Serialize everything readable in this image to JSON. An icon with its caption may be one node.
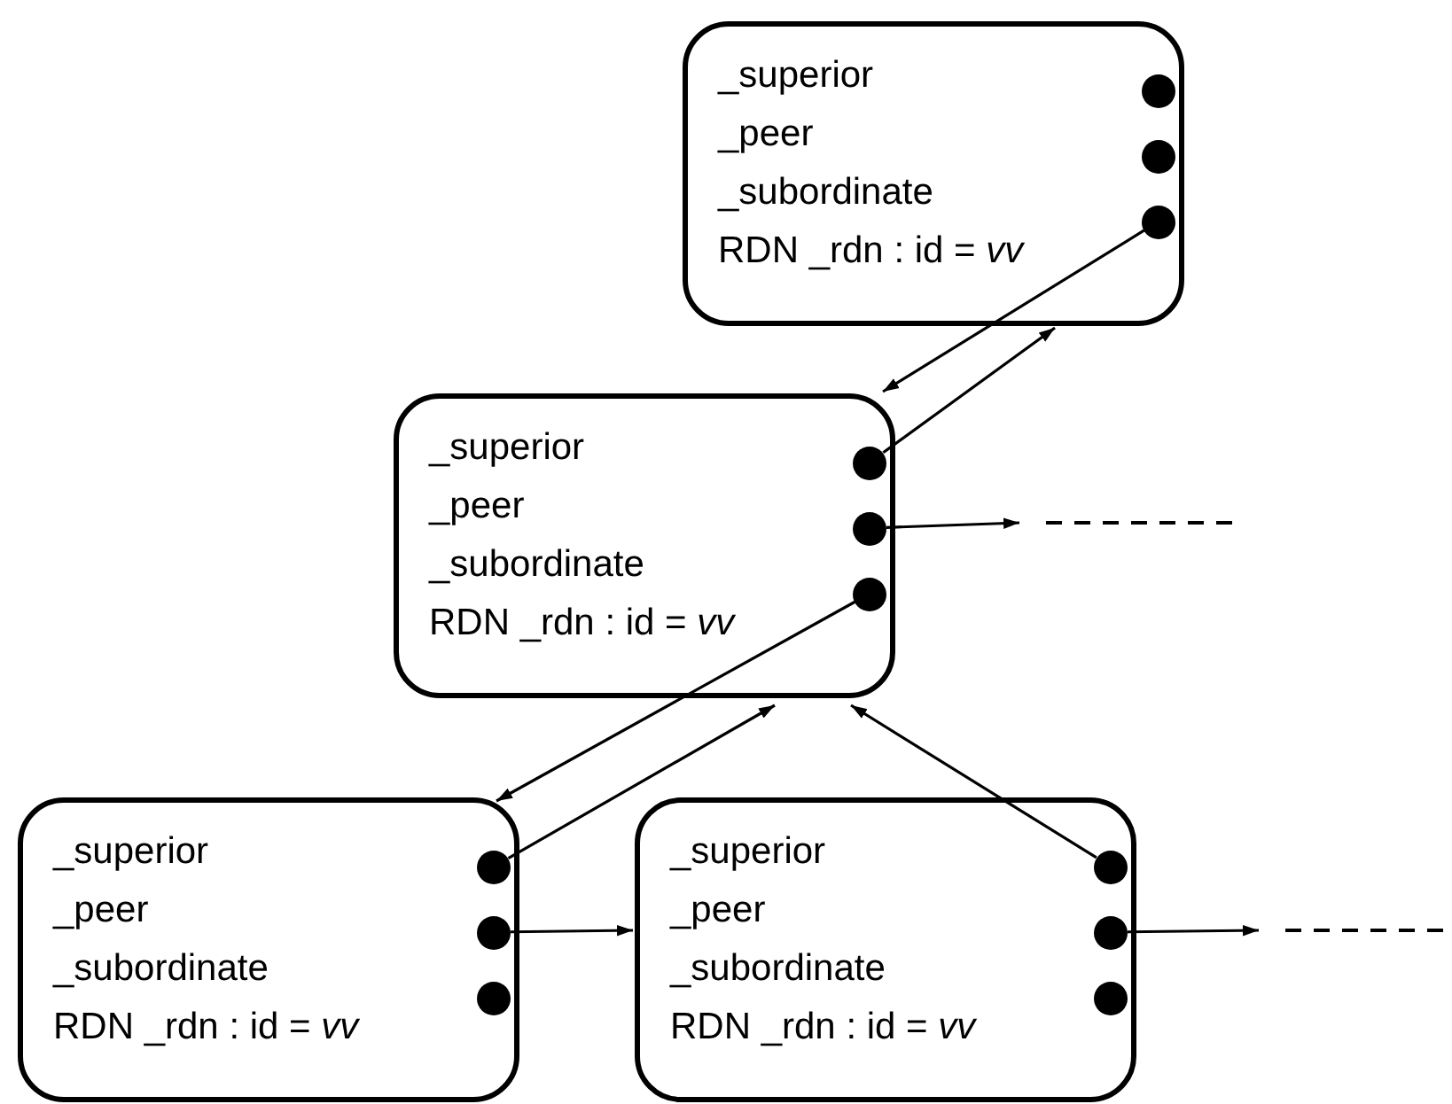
{
  "diagram": {
    "nodes": [
      {
        "text": [
          "_superior",
          "_peer",
          "_subordinate",
          "RDN _rdn : id = *vv*"
        ]
      },
      {
        "text": [],
        "shape": "circle",
        "in": 0
      },
      {
        "text": [],
        "shape": "circle",
        "in": 0
      },
      {
        "text": [],
        "shape": "circle",
        "in": 0
      },
      {
        "text": [
          "_superior",
          "_peer",
          "_subordinate",
          "RDN _rdn : id = *vv*"
        ]
      },
      {
        "text": [],
        "shape": "circle",
        "in": 4
      },
      {
        "text": [],
        "shape": "circle",
        "in": 4
      },
      {
        "text": [],
        "shape": "circle",
        "in": 4
      },
      {
        "text": [
          "_superior",
          "_peer",
          "_subordinate",
          "RDN _rdn : id = *vv*"
        ]
      },
      {
        "text": [],
        "shape": "circle",
        "in": 8
      },
      {
        "text": [],
        "shape": "circle",
        "in": 8
      },
      {
        "text": [],
        "shape": "circle",
        "in": 8
      },
      {
        "text": [
          "_superior",
          "_peer",
          "_subordinate",
          "RDN _rdn : id = *vv*"
        ]
      },
      {
        "text": [],
        "shape": "circle",
        "in": 12
      },
      {
        "text": [],
        "shape": "circle",
        "in": 12
      },
      {
        "text": [],
        "shape": "circle",
        "in": 12
      }
    ],
    "edges": [
      {
        "from": 3,
        "to": 4,
        "arrow": "to"
      },
      {
        "from": 5,
        "to": 0,
        "arrow": "to"
      },
      {
        "from": 6,
        "to": null,
        "arrow": "to"
      },
      {
        "from": 7,
        "to": 8,
        "arrow": "to"
      },
      {
        "from": 9,
        "to": 4,
        "arrow": "to"
      },
      {
        "from": 10,
        "to": 12,
        "arrow": "to"
      },
      {
        "from": 13,
        "to": 4,
        "arrow": "to"
      },
      {
        "from": 14,
        "to": null,
        "arrow": "to"
      }
    ]
  }
}
